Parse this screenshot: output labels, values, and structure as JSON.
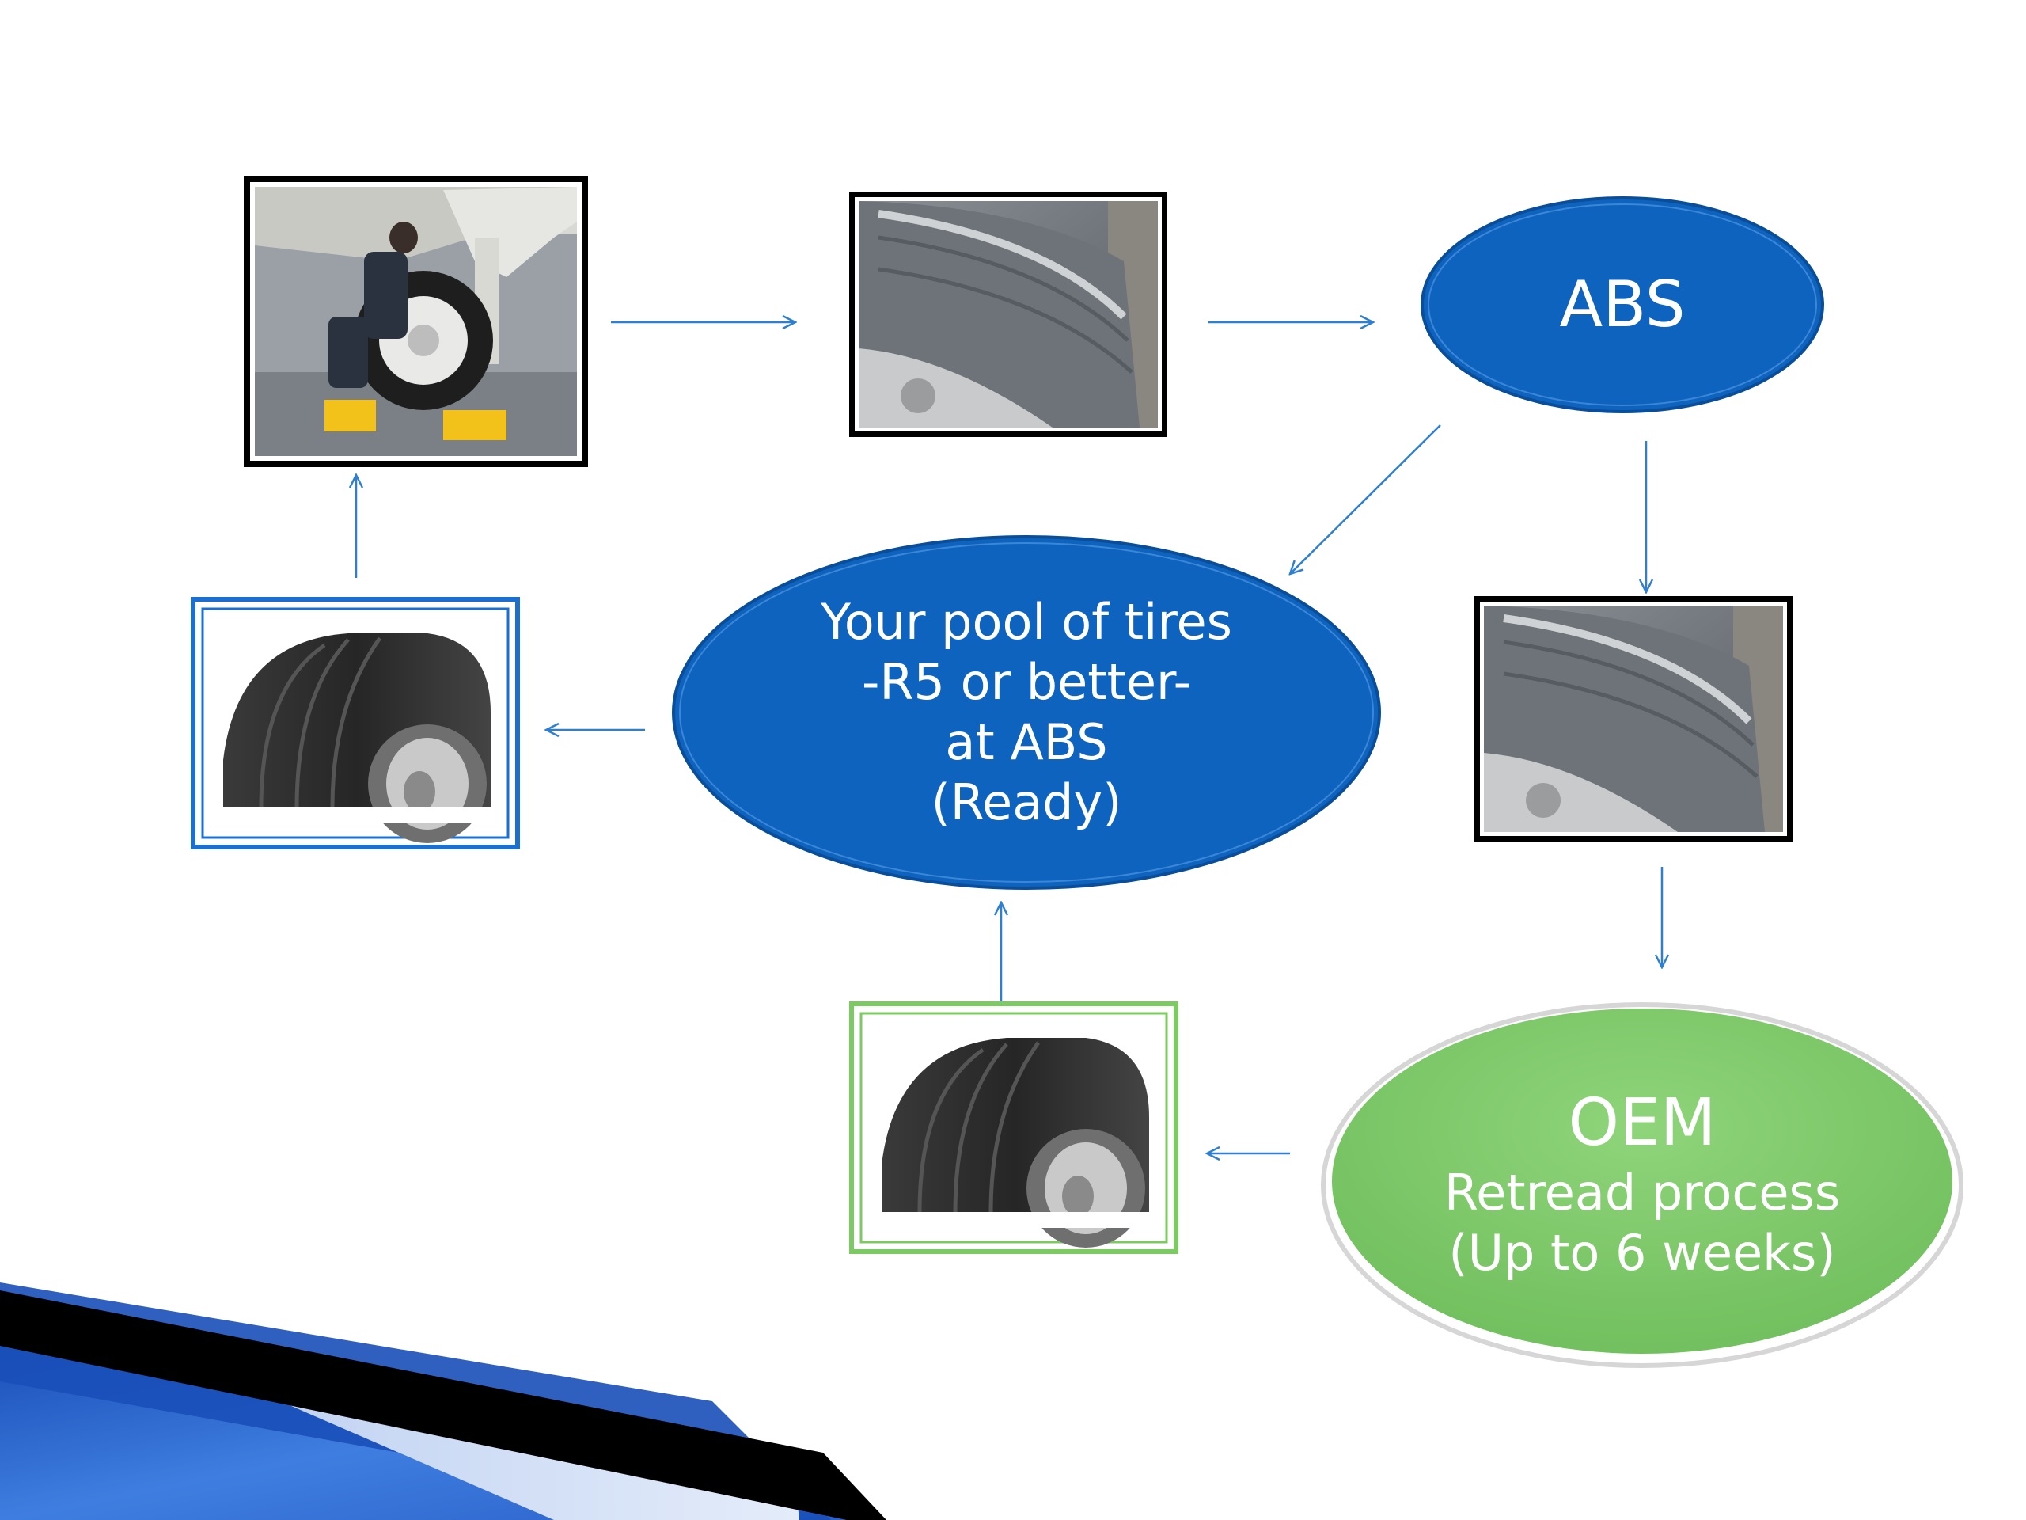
{
  "nodes": {
    "abs": {
      "label": "ABS"
    },
    "pool": {
      "lines": [
        "Your pool of tires",
        "-R5 or better-",
        "at ABS",
        "(Ready)"
      ]
    },
    "oem": {
      "title": "OEM",
      "lines": [
        "Retread process",
        "(Up to 6 weeks)"
      ]
    }
  },
  "photos": [
    {
      "name": "photo-mechanic-tire-change",
      "content": "Mechanic servicing aircraft landing gear wheel with yellow chocks"
    },
    {
      "name": "photo-worn-tire-1",
      "content": "Close-up of worn aircraft tire tread"
    },
    {
      "name": "photo-worn-tire-2",
      "content": "Close-up of worn aircraft tire tread"
    },
    {
      "name": "photo-retreaded-tire-green",
      "content": "New retreaded aircraft tire"
    },
    {
      "name": "photo-ready-tire-blue",
      "content": "New retreaded aircraft tire"
    }
  ],
  "colors": {
    "abs_fill": "#0E63BE",
    "pool_fill": "#0E63BE",
    "oem_fill": "#7CC66A",
    "arrow": "#2F7FD0",
    "blue_frame": "#1A6FD0",
    "green_frame": "#7CCB62",
    "black_frame": "#000000"
  }
}
